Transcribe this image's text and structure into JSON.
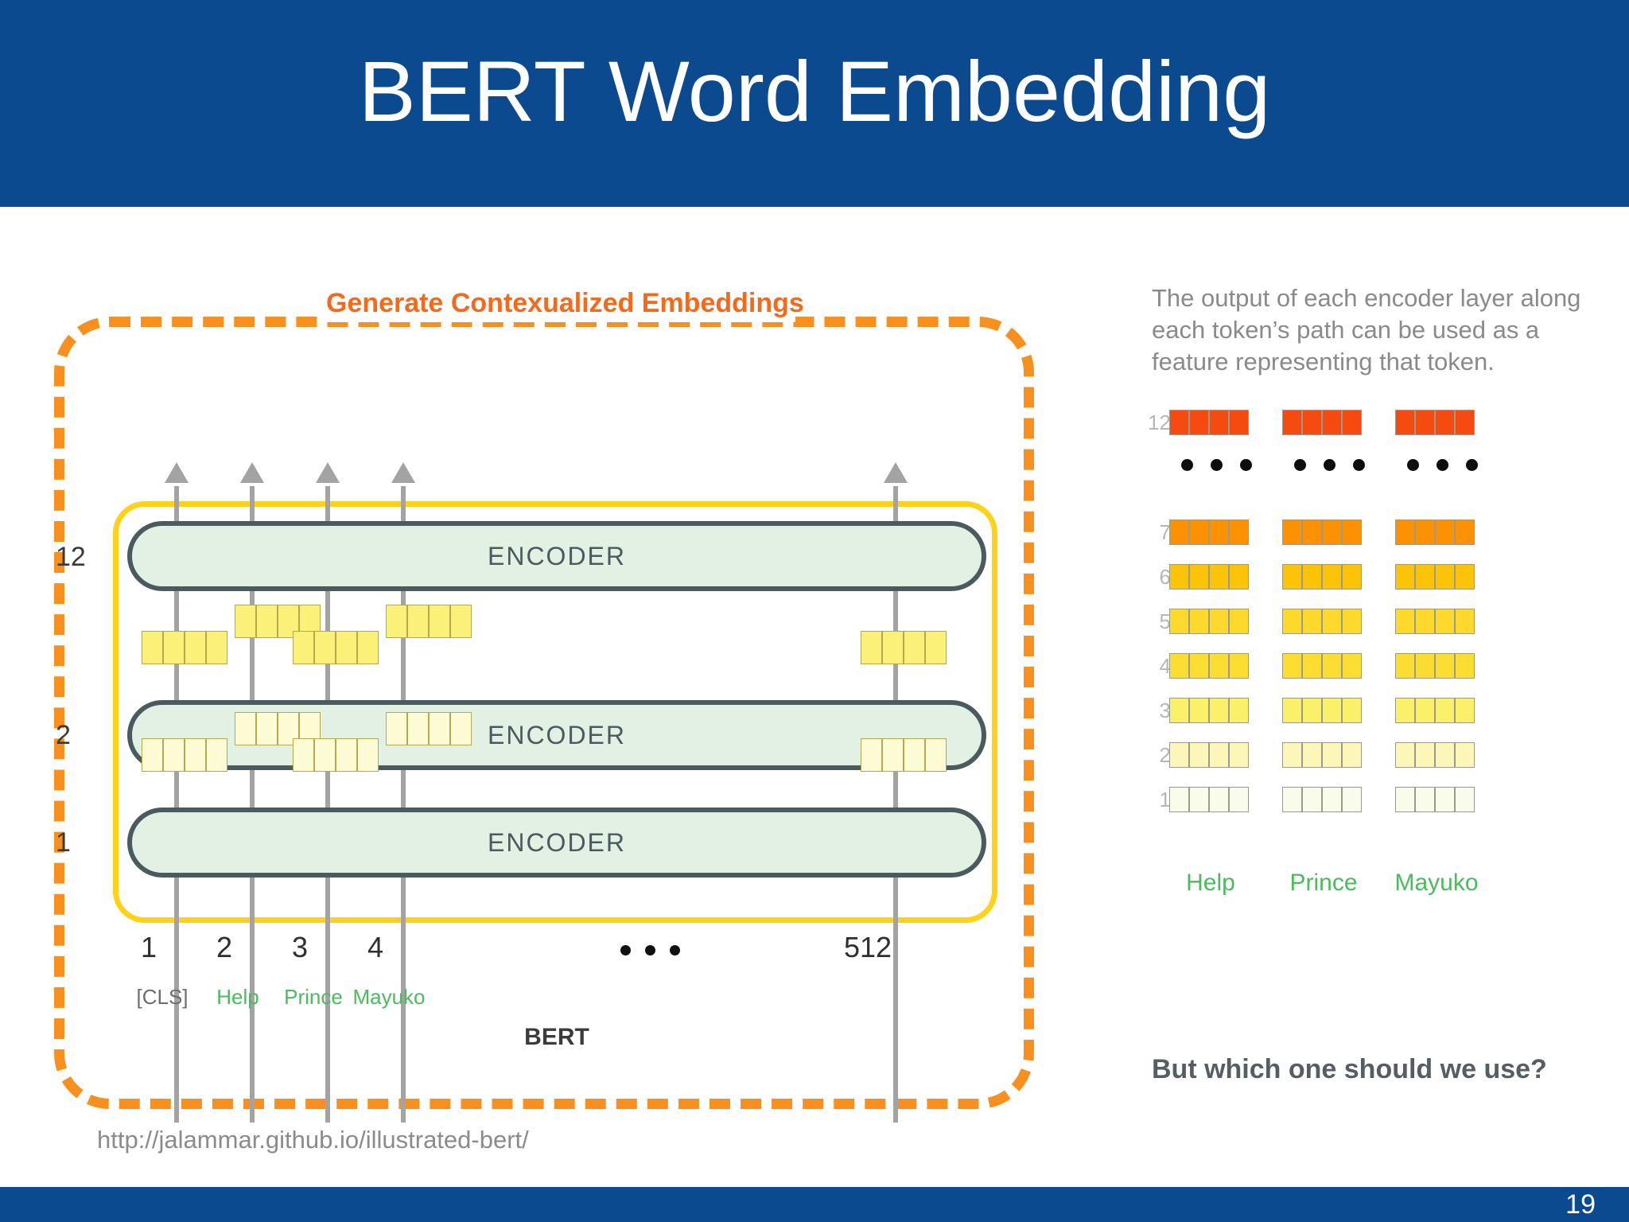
{
  "slide": {
    "title": "BERT Word Embedding",
    "page_number": "19",
    "title_bar_color": "#0b4a8f",
    "footer_bar_color": "#0b4a8f",
    "source_url": "http://jalammar.github.io/illustrated-bert/"
  },
  "left_diagram": {
    "frame_label": "Generate Contexualized Embeddings",
    "frame_color": "#F7901E",
    "highlight_color": "#FFD21A",
    "model_label": "BERT",
    "encoders": [
      {
        "layer": "12",
        "label": "ENCODER"
      },
      {
        "layer": "2",
        "label": "ENCODER"
      },
      {
        "layer": "1",
        "label": "ENCODER"
      }
    ],
    "encoder_fill": "#e2f1e4",
    "encoder_border": "#4b5a5e",
    "tokens": [
      {
        "index": "1",
        "word": "[CLS]",
        "color": "#6d6d6d"
      },
      {
        "index": "2",
        "word": "Help",
        "color": "#4cbb5d"
      },
      {
        "index": "3",
        "word": "Prince",
        "color": "#4cbb5d"
      },
      {
        "index": "4",
        "word": "Mayuko",
        "color": "#4cbb5d"
      },
      {
        "index": "512",
        "word": "",
        "color": "#6d6d6d"
      }
    ],
    "ellipsis": "• • •"
  },
  "right_panel": {
    "caption": "The output of each encoder layer along each token’s path can be used as a feature representing that token.",
    "question": "But which one should we use?",
    "tokens": [
      "Help",
      "Prince",
      "Mayuko"
    ],
    "layers": [
      {
        "label": "12",
        "color": "#F54A10"
      },
      {
        "label": "7",
        "color": "#FB9103"
      },
      {
        "label": "6",
        "color": "#FCC408"
      },
      {
        "label": "5",
        "color": "#FDD92B"
      },
      {
        "label": "4",
        "color": "#FCDE32"
      },
      {
        "label": "3",
        "color": "#FBF069"
      },
      {
        "label": "2",
        "color": "#FCF7B8"
      },
      {
        "label": "1",
        "color": "#FAFCEB"
      }
    ],
    "cells_per_block": 4,
    "ellipsis_rows": 1
  }
}
